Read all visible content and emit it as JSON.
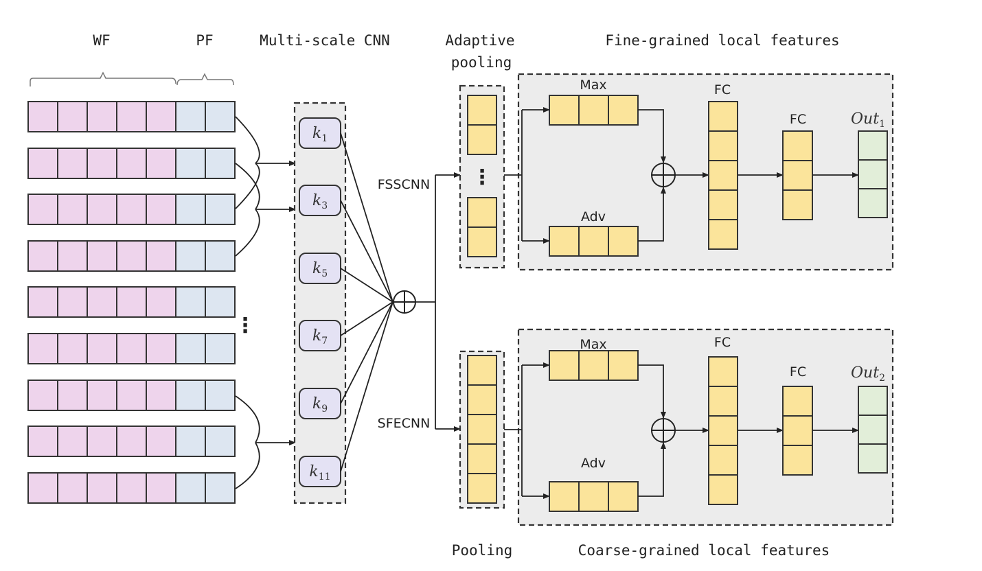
{
  "diagram": {
    "type": "neural-network-architecture",
    "header_labels": {
      "wf": "WF",
      "pf": "PF",
      "multiscale_cnn": "Multi-scale CNN",
      "adaptive_pooling_line1": "Adaptive",
      "adaptive_pooling_line2": "pooling",
      "fine_grained": "Fine-grained local features"
    },
    "footer_labels": {
      "pooling": "Pooling",
      "coarse_grained": "Coarse-grained local features"
    },
    "input_rows": {
      "count": 9,
      "wf_cells": 5,
      "pf_cells": 2,
      "ellipsis": "⋮"
    },
    "kernels": [
      {
        "base": "k",
        "sub": "1"
      },
      {
        "base": "k",
        "sub": "3"
      },
      {
        "base": "k",
        "sub": "5"
      },
      {
        "base": "k",
        "sub": "7"
      },
      {
        "base": "k",
        "sub": "9"
      },
      {
        "base": "k",
        "sub": "11"
      }
    ],
    "sum_symbol": "⊕",
    "branches": [
      {
        "name": "FSSCNN",
        "pooling_cells": "2 + ⋮ + 2",
        "max_label": "Max",
        "adv_label": "Adv",
        "fc1_label": "FC",
        "fc1_cells": 5,
        "fc2_label": "FC",
        "fc2_cells": 3,
        "out_base": "Out",
        "out_sub": "1",
        "out_cells": 3
      },
      {
        "name": "SFECNN",
        "pooling_cells": 5,
        "max_label": "Max",
        "adv_label": "Adv",
        "fc1_label": "FC",
        "fc1_cells": 5,
        "fc2_label": "FC",
        "fc2_cells": 3,
        "out_base": "Out",
        "out_sub": "2",
        "out_cells": 3
      }
    ],
    "colors": {
      "word_feature": "#eed4ec",
      "position_feature": "#dde6f1",
      "kernel": "#e4e2f4",
      "feature_map": "#fbe49b",
      "output": "#e2eed9",
      "panel": "#ececec"
    }
  }
}
